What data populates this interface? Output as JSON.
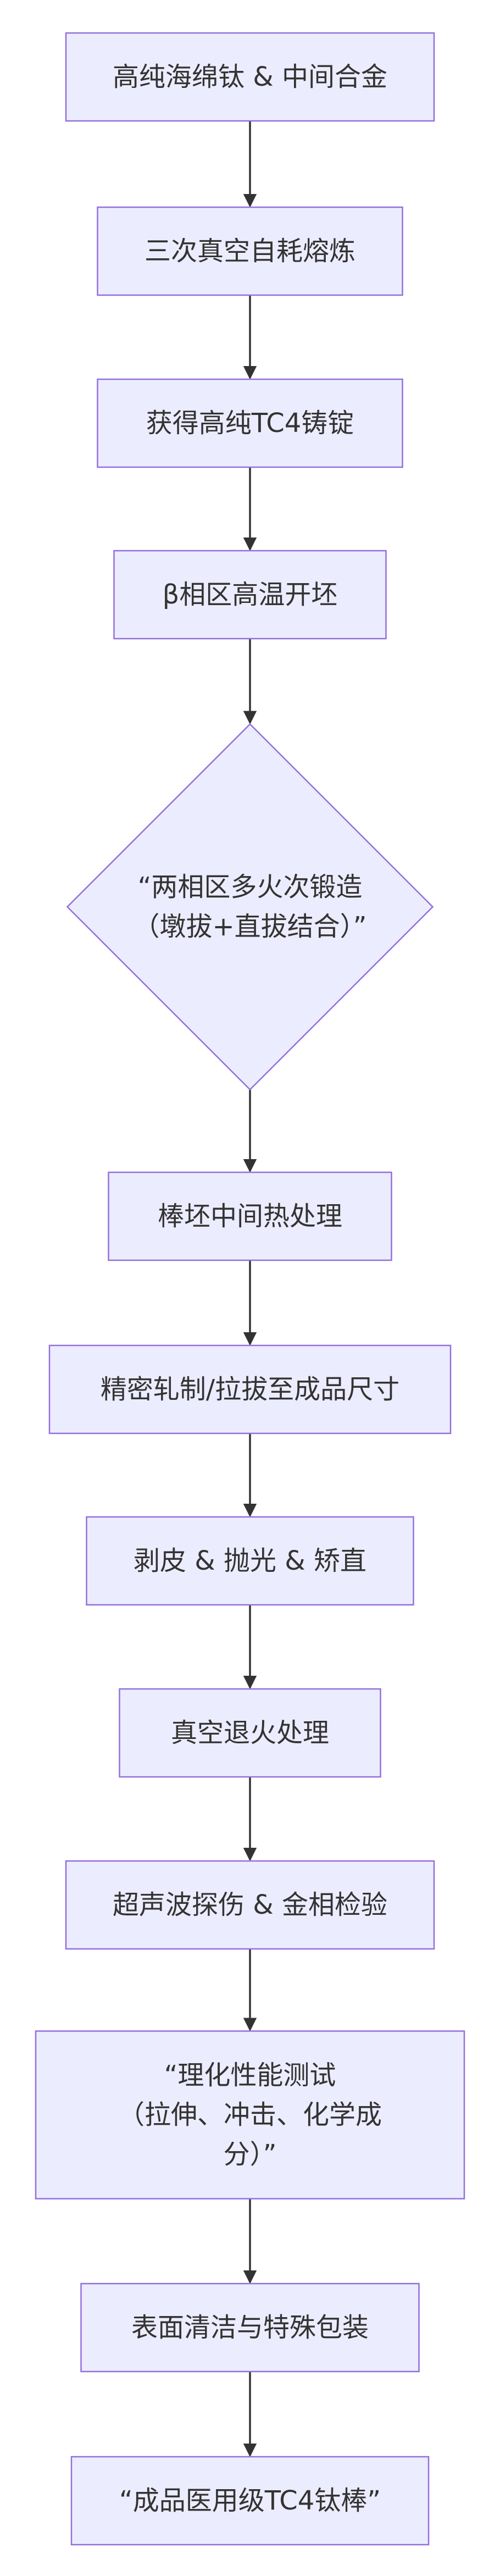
{
  "nodes": [
    {
      "id": "n1",
      "shape": "rect",
      "lines": [
        "高纯海绵钛 & 中间合金"
      ]
    },
    {
      "id": "n2",
      "shape": "rect",
      "lines": [
        "三次真空自耗熔炼"
      ]
    },
    {
      "id": "n3",
      "shape": "rect",
      "lines": [
        "获得高纯TC4铸锭"
      ]
    },
    {
      "id": "n4",
      "shape": "rect",
      "lines": [
        "β相区高温开坯"
      ]
    },
    {
      "id": "n5",
      "shape": "diamond",
      "lines": [
        "“两相区多火次锻造",
        "（墩拔+直拔结合）”"
      ]
    },
    {
      "id": "n6",
      "shape": "rect",
      "lines": [
        "棒坯中间热处理"
      ]
    },
    {
      "id": "n7",
      "shape": "rect",
      "lines": [
        "精密轧制/拉拔至成品尺寸"
      ]
    },
    {
      "id": "n8",
      "shape": "rect",
      "lines": [
        "剥皮 & 抛光 & 矫直"
      ]
    },
    {
      "id": "n9",
      "shape": "rect",
      "lines": [
        "真空退火处理"
      ]
    },
    {
      "id": "n10",
      "shape": "rect",
      "lines": [
        "超声波探伤 & 金相检验"
      ]
    },
    {
      "id": "n11",
      "shape": "rect",
      "lines": [
        "“理化性能测试",
        "（拉伸、冲击、化学成",
        "分）”"
      ]
    },
    {
      "id": "n12",
      "shape": "rect",
      "lines": [
        "表面清洁与特殊包装"
      ]
    },
    {
      "id": "n13",
      "shape": "rect",
      "lines": [
        "“成品医用级TC4钛棒”"
      ]
    }
  ],
  "edges": [
    [
      "n1",
      "n2"
    ],
    [
      "n2",
      "n3"
    ],
    [
      "n3",
      "n4"
    ],
    [
      "n4",
      "n5"
    ],
    [
      "n5",
      "n6"
    ],
    [
      "n6",
      "n7"
    ],
    [
      "n7",
      "n8"
    ],
    [
      "n8",
      "n9"
    ],
    [
      "n9",
      "n10"
    ],
    [
      "n10",
      "n11"
    ],
    [
      "n11",
      "n12"
    ],
    [
      "n12",
      "n13"
    ]
  ],
  "colors": {
    "node_fill": "#ECECFF",
    "node_stroke": "#9370DB",
    "text": "#333333",
    "edge": "#333333"
  }
}
